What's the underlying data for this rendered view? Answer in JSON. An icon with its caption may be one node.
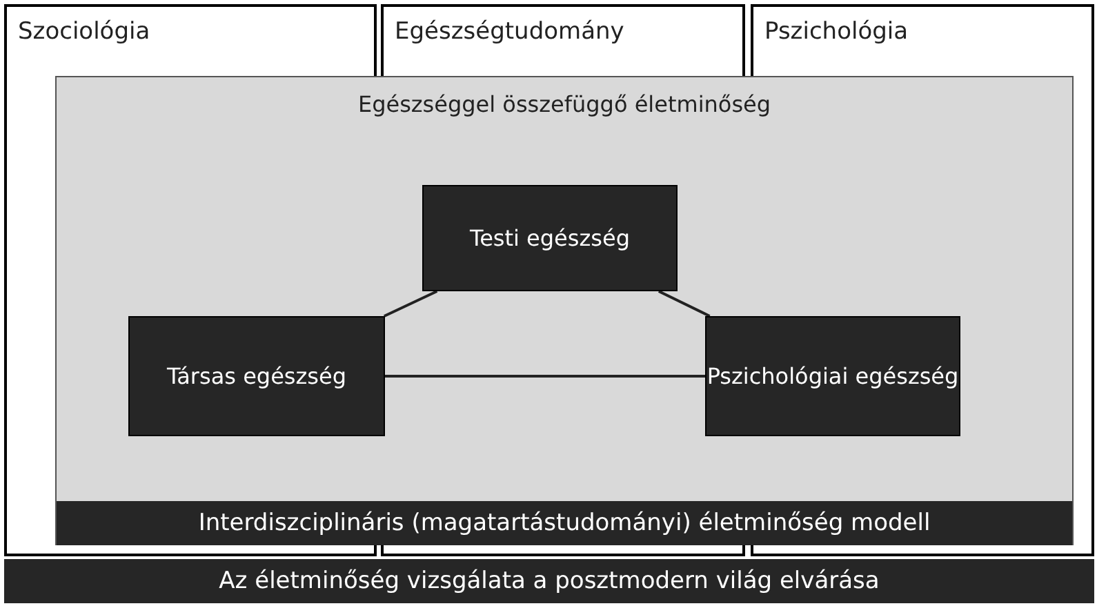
{
  "diagram": {
    "nodes": [
      {
        "text": [
          "Szociológia"
        ]
      },
      {
        "text": [
          "Egészségtudomány"
        ]
      },
      {
        "text": [
          "Pszichológia"
        ]
      },
      {
        "text": [
          "Egészséggel összefüggő életminőség"
        ]
      },
      {
        "text": [
          "Testi egészség"
        ],
        "in": 3
      },
      {
        "text": [
          "Társas egészség"
        ],
        "in": 3
      },
      {
        "text": [
          "Pszichológiai egészség"
        ],
        "in": 3
      },
      {
        "text": [
          "Interdiszciplináris (magatartástudományi) életminőség modell"
        ],
        "in": 3
      },
      {
        "text": [
          "Az életminőség vizsgálata a posztmodern világ elvárása"
        ]
      }
    ],
    "edges": [
      {
        "from": 4,
        "to": 5,
        "arrow": "none"
      },
      {
        "from": 4,
        "to": 6,
        "arrow": "none"
      },
      {
        "from": 5,
        "to": 6,
        "arrow": "none"
      }
    ]
  }
}
